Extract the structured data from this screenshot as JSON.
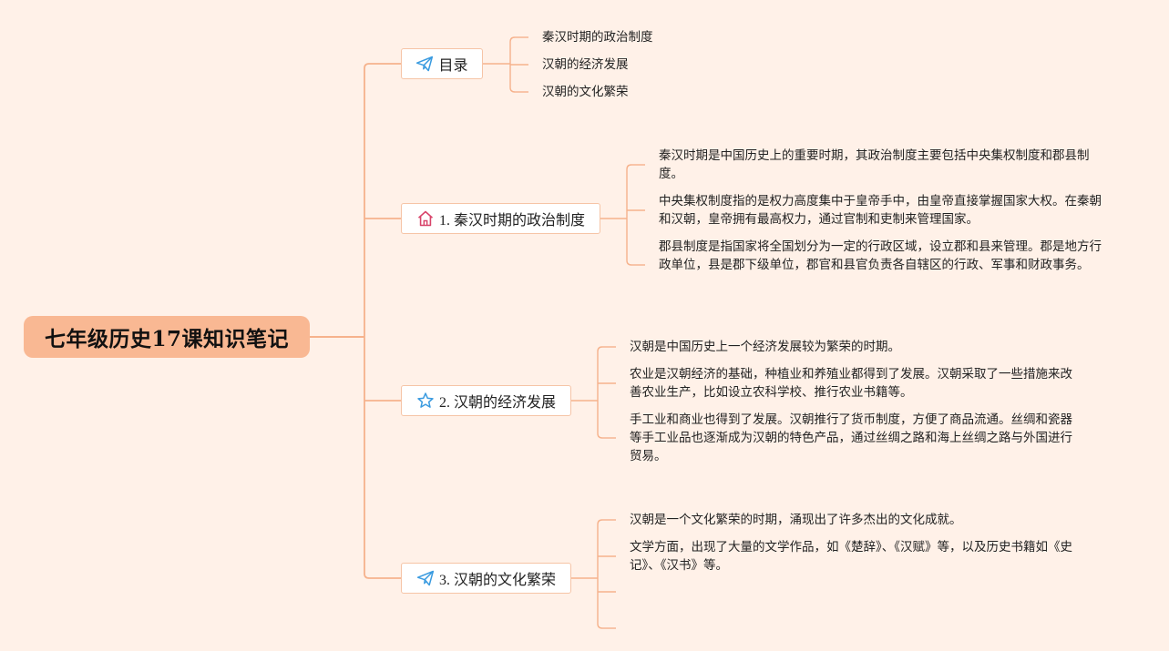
{
  "root": {
    "title": "七年级历史17课知识笔记"
  },
  "branches": [
    {
      "label": "目录",
      "icon": "paper-plane-icon",
      "leaves": [
        "秦汉时期的政治制度",
        "汉朝的经济发展",
        "汉朝的文化繁荣"
      ]
    },
    {
      "label": "1. 秦汉时期的政治制度",
      "icon": "house-icon",
      "leaves": [
        "秦汉时期是中国历史上的重要时期，其政治制度主要包括中央集权制度和郡县制度。",
        "中央集权制度指的是权力高度集中于皇帝手中，由皇帝直接掌握国家大权。在秦朝和汉朝，皇帝拥有最高权力，通过官制和吏制来管理国家。",
        "郡县制度是指国家将全国划分为一定的行政区域，设立郡和县来管理。郡是地方行政单位，县是郡下级单位，郡官和县官负责各自辖区的行政、军事和财政事务。"
      ]
    },
    {
      "label": "2. 汉朝的经济发展",
      "icon": "star-icon",
      "leaves": [
        "汉朝是中国历史上一个经济发展较为繁荣的时期。",
        "农业是汉朝经济的基础，种植业和养殖业都得到了发展。汉朝采取了一些措施来改善农业生产，比如设立农科学校、推行农业书籍等。",
        "手工业和商业也得到了发展。汉朝推行了货币制度，方便了商品流通。丝绸和瓷器等手工业品也逐渐成为汉朝的特色产品，通过丝绸之路和海上丝绸之路与外国进行贸易。"
      ]
    },
    {
      "label": "3. 汉朝的文化繁荣",
      "icon": "paper-plane-icon",
      "leaves": [
        "汉朝是一个文化繁荣的时期，涌现出了许多杰出的文化成就。",
        "文学方面，出现了大量的文学作品，如《楚辞》、《汉赋》等，以及历史书籍如《史记》、《汉书》等。",
        "",
        ""
      ]
    }
  ],
  "colors": {
    "background": "#fff1e8",
    "root_fill": "#f9b893",
    "line": "#f6b28c",
    "node_border": "#f6c4a6",
    "plane_icon": "#3a9be0",
    "house_icon": "#d8436a",
    "star_icon": "#3a9be0"
  }
}
